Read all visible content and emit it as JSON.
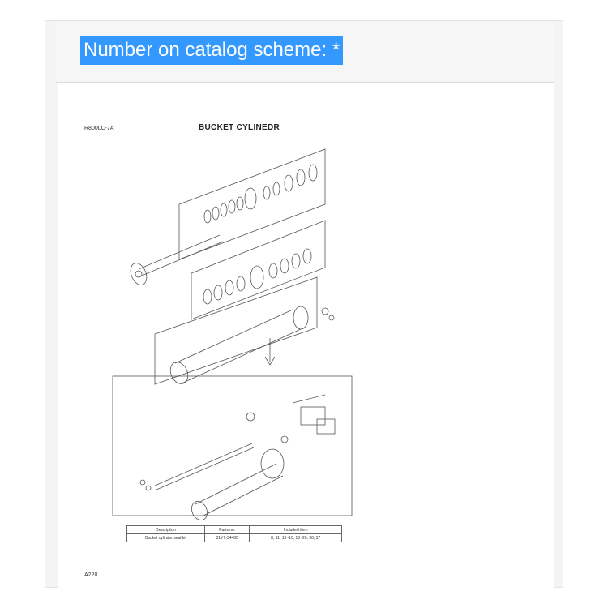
{
  "header": {
    "label": "Number on catalog scheme: *"
  },
  "sheet": {
    "model": "R800LC-7A",
    "title": "BUCKET CYLINEDR",
    "page_number": "A220"
  },
  "parts_table": {
    "headers": [
      "Description",
      "Parts no.",
      "Included item"
    ],
    "rows": [
      [
        "Bucket cylinder seal kit",
        "31Y1-34480",
        "8, 11, 13~16, 18~20, 36, 37"
      ]
    ]
  },
  "colors": {
    "highlight": "#3399ff",
    "line": "#444444"
  }
}
